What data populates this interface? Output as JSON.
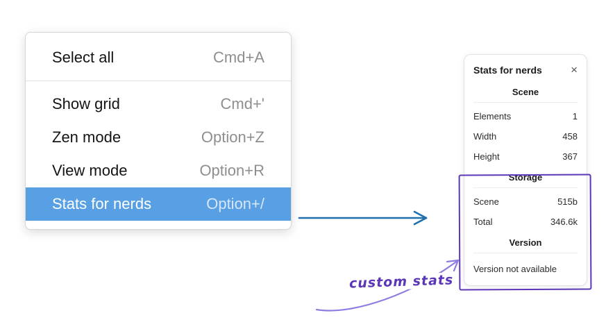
{
  "context_menu": {
    "items": [
      {
        "label": "Select all",
        "shortcut": "Cmd+A",
        "selected": false
      },
      {
        "label": "Show grid",
        "shortcut": "Cmd+'",
        "selected": false
      },
      {
        "label": "Zen mode",
        "shortcut": "Option+Z",
        "selected": false
      },
      {
        "label": "View mode",
        "shortcut": "Option+R",
        "selected": false
      },
      {
        "label": "Stats for nerds",
        "shortcut": "Option+/",
        "selected": true
      }
    ]
  },
  "stats_panel": {
    "title": "Stats for nerds",
    "close_icon": "×",
    "scene_section": {
      "heading": "Scene",
      "rows": [
        {
          "label": "Elements",
          "value": "1"
        },
        {
          "label": "Width",
          "value": "458"
        },
        {
          "label": "Height",
          "value": "367"
        }
      ]
    },
    "storage_section": {
      "heading": "Storage",
      "rows": [
        {
          "label": "Scene",
          "value": "515b"
        },
        {
          "label": "Total",
          "value": "346.6k"
        }
      ]
    },
    "version_section": {
      "heading": "Version",
      "note": "Version not available"
    }
  },
  "annotation": {
    "label": "custom stats"
  },
  "colors": {
    "menu_selection_blue": "#58a0e3",
    "connector_arrow_blue": "#1d6fad",
    "annotation_purple": "#5b37b8",
    "annotation_arrow_purple": "#8f7ce2"
  }
}
